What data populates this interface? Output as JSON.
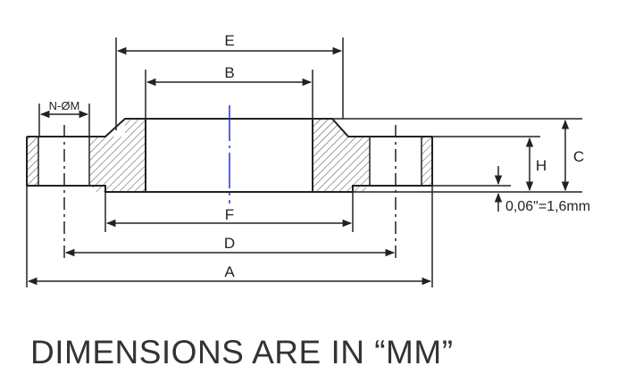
{
  "diagram": {
    "labels": {
      "e": "E",
      "b": "B",
      "n_dia": "N-ØM",
      "f": "F",
      "d": "D",
      "a": "A",
      "c": "C",
      "h": "H",
      "raised_face": "0,06\"=1,6mm"
    },
    "colors": {
      "line": "#222222",
      "centerline": "#2233cc",
      "hatch": "#444444",
      "text": "#333333"
    }
  },
  "caption": "DIMENSIONS ARE IN “MM”"
}
